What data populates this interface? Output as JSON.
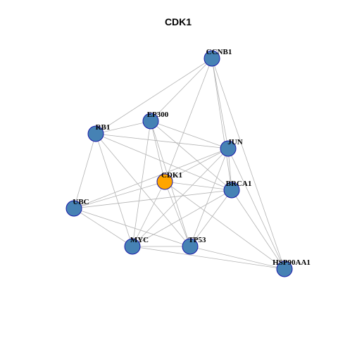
{
  "title": "CDK1",
  "colors": {
    "node_fill": "#4682B4",
    "node_stroke": "#1a1aa8",
    "hub_fill": "#FFA500",
    "edge": "#b3b3b3"
  },
  "nodes": [
    {
      "id": "CCNB1",
      "label": "CCNB1",
      "hub": false
    },
    {
      "id": "EP300",
      "label": "EP300",
      "hub": false
    },
    {
      "id": "RB1",
      "label": "RB1",
      "hub": false
    },
    {
      "id": "JUN",
      "label": "JUN",
      "hub": false
    },
    {
      "id": "CDK1",
      "label": "CDK1",
      "hub": true
    },
    {
      "id": "BRCA1",
      "label": "BRCA1",
      "hub": false
    },
    {
      "id": "UBC",
      "label": "UBC",
      "hub": false
    },
    {
      "id": "MYC",
      "label": "MYC",
      "hub": false
    },
    {
      "id": "TP53",
      "label": "TP53",
      "hub": false
    },
    {
      "id": "HSP90AA1",
      "label": "HSP90AA1",
      "hub": false
    }
  ],
  "edges": [
    [
      "CCNB1",
      "RB1"
    ],
    [
      "CCNB1",
      "EP300"
    ],
    [
      "CCNB1",
      "JUN"
    ],
    [
      "CCNB1",
      "BRCA1"
    ],
    [
      "CCNB1",
      "CDK1"
    ],
    [
      "CCNB1",
      "HSP90AA1"
    ],
    [
      "EP300",
      "RB1"
    ],
    [
      "EP300",
      "JUN"
    ],
    [
      "EP300",
      "BRCA1"
    ],
    [
      "EP300",
      "CDK1"
    ],
    [
      "EP300",
      "MYC"
    ],
    [
      "EP300",
      "TP53"
    ],
    [
      "RB1",
      "JUN"
    ],
    [
      "RB1",
      "UBC"
    ],
    [
      "RB1",
      "MYC"
    ],
    [
      "RB1",
      "TP53"
    ],
    [
      "RB1",
      "BRCA1"
    ],
    [
      "JUN",
      "CDK1"
    ],
    [
      "JUN",
      "UBC"
    ],
    [
      "JUN",
      "MYC"
    ],
    [
      "JUN",
      "TP53"
    ],
    [
      "JUN",
      "BRCA1"
    ],
    [
      "JUN",
      "HSP90AA1"
    ],
    [
      "CDK1",
      "UBC"
    ],
    [
      "CDK1",
      "MYC"
    ],
    [
      "CDK1",
      "TP53"
    ],
    [
      "CDK1",
      "BRCA1"
    ],
    [
      "CDK1",
      "HSP90AA1"
    ],
    [
      "BRCA1",
      "UBC"
    ],
    [
      "BRCA1",
      "MYC"
    ],
    [
      "BRCA1",
      "TP53"
    ],
    [
      "BRCA1",
      "HSP90AA1"
    ],
    [
      "UBC",
      "MYC"
    ],
    [
      "UBC",
      "TP53"
    ],
    [
      "MYC",
      "TP53"
    ],
    [
      "MYC",
      "HSP90AA1"
    ],
    [
      "TP53",
      "HSP90AA1"
    ]
  ]
}
